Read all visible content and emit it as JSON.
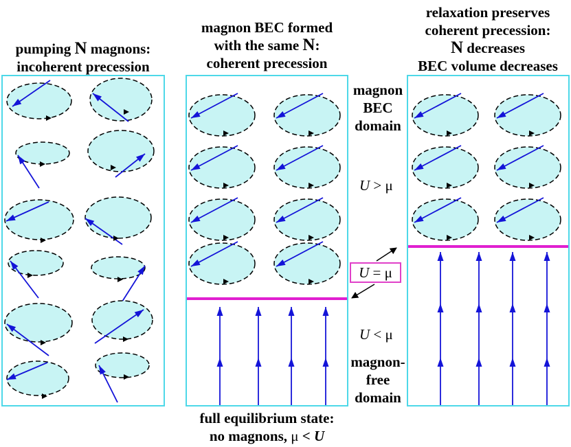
{
  "columns": {
    "left": {
      "line1": {
        "pre": "pumping ",
        "N": "N",
        "post": " magnons:"
      },
      "line2": "incoherent precession"
    },
    "middle": {
      "line1": "magnon BEC formed",
      "line2": {
        "pre": "with the same ",
        "N": "N",
        "post": ":"
      },
      "line3": "coherent precession"
    },
    "right": {
      "line1": "relaxation preserves",
      "line2": "coherent precession:",
      "line3": {
        "N": "N",
        "post": " decreases"
      },
      "line4": "BEC volume decreases"
    }
  },
  "middle_labels": {
    "bec_domain": [
      "magnon",
      "BEC",
      "domain"
    ],
    "free_domain": [
      "magnon-",
      "free",
      "domain"
    ]
  },
  "equations": {
    "u_gt_mu": {
      "U": "U",
      "op": " > ",
      "mu": "μ"
    },
    "u_eq_mu": {
      "U": "U",
      "op": " = ",
      "mu": "μ"
    },
    "u_lt_mu": {
      "U": "U",
      "op": " < ",
      "mu": "μ"
    }
  },
  "footer": {
    "line1": "full equilibrium state:",
    "line2": {
      "pre": "no magnons,  ",
      "mu": "μ",
      "op": " < ",
      "U": "U"
    }
  },
  "colors": {
    "panel_border": "#4dd8e8",
    "ellipse_fill": "#c8f4f4",
    "arrow": "#1414d8",
    "domain_wall": "#e020d0",
    "equal_box": "#e040c8"
  }
}
